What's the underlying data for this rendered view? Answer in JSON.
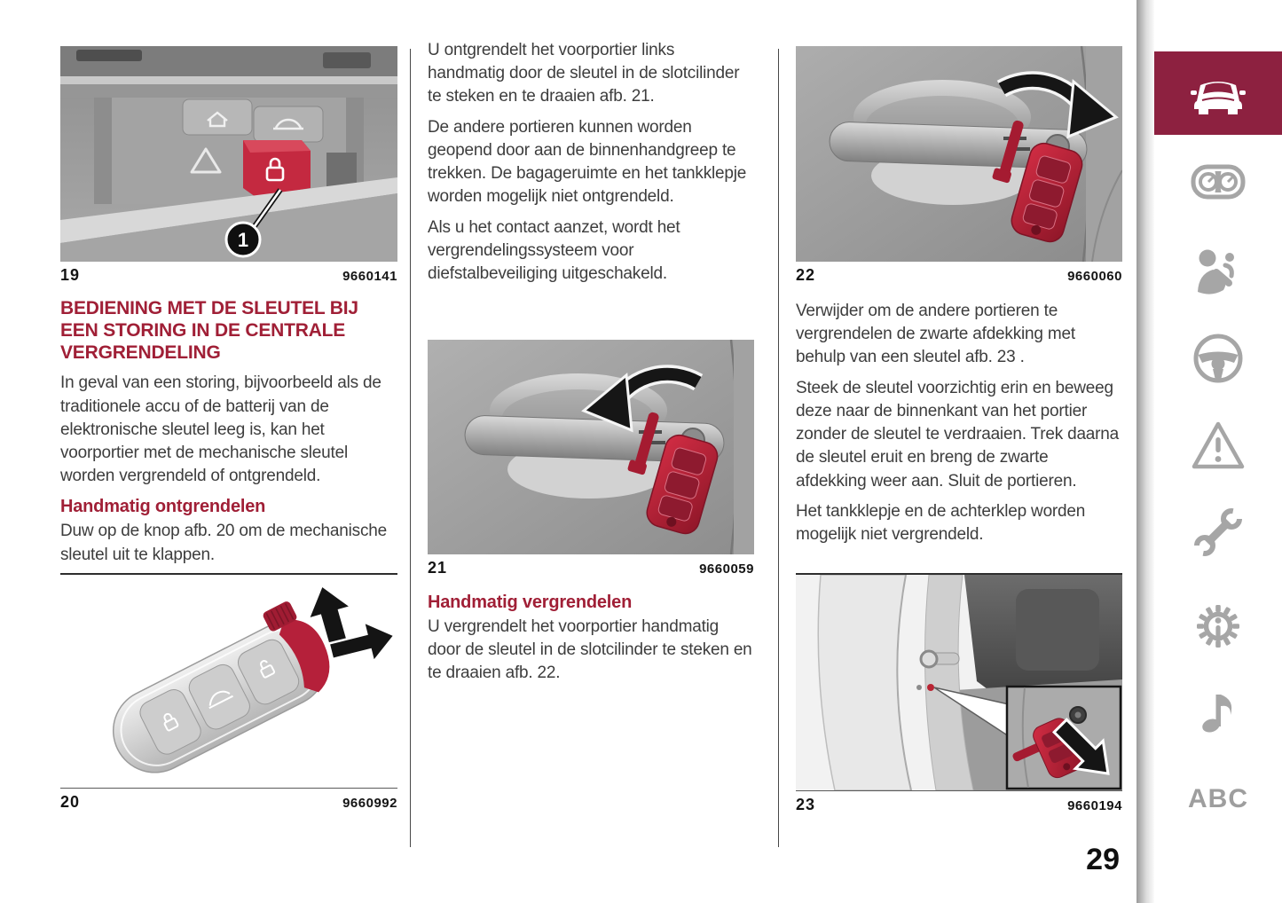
{
  "page": {
    "number": "29"
  },
  "colors": {
    "accent_red": "#a01f36",
    "sidebar_maroon": "#8d2140",
    "icon_gray": "#a6a6a6",
    "body_text": "#3d3d3d",
    "key_red": "#b5203a",
    "button_red": "#c42940"
  },
  "figures": {
    "fig19": {
      "num": "19",
      "code": "9660141",
      "callout": "1"
    },
    "fig20": {
      "num": "20",
      "code": "9660992"
    },
    "fig21": {
      "num": "21",
      "code": "9660059"
    },
    "fig22": {
      "num": "22",
      "code": "9660060"
    },
    "fig23": {
      "num": "23",
      "code": "9660194"
    }
  },
  "col1": {
    "heading_lines": {
      "l1": "BEDIENING MET DE SLEUTEL BIJ",
      "l2": "EEN STORING IN DE CENTRALE",
      "l3": "VERGRENDELING"
    },
    "para1": "In geval van een storing, bijvoorbeeld als de traditionele accu of de batterij van de elektronische sleutel leeg is, kan het voorportier met de mechanische sleutel worden vergrendeld of ontgrendeld.",
    "subheading": "Handmatig ontgrendelen",
    "para2": "Duw op de knop afb. 20 om de mechanische sleutel uit te klappen."
  },
  "col2": {
    "para1": "U ontgrendelt het voorportier links handmatig door de sleutel in de slotcilinder te steken en te draaien afb. 21.",
    "para2": "De andere portieren kunnen worden geopend door aan de binnenhandgreep te trekken. De bagageruimte en het tankklepje worden mogelijk niet ontgrendeld.",
    "para3": "Als u het contact aanzet, wordt het vergrendelingssysteem voor diefstalbeveiliging uitgeschakeld.",
    "subheading": "Handmatig vergrendelen",
    "para4": "U vergrendelt het voorportier handmatig door de sleutel in de slotcilinder te steken en te draaien afb. 22."
  },
  "col3": {
    "para1": "Verwijder om de andere portieren te vergrendelen de zwarte afdekking met behulp van een sleutel afb. 23 .",
    "para2": "Steek de sleutel voorzichtig erin en beweeg deze naar de binnenkant van het portier zonder de sleutel te verdraaien. Trek daarna de sleutel eruit en breng de zwarte afdekking weer aan. Sluit de portieren.",
    "para3": "Het tankklepje en de achterklep worden mogelijk niet vergrendeld."
  },
  "sidebar": {
    "abc_label": "ABC",
    "icons": [
      {
        "name": "car-icon",
        "active": true
      },
      {
        "name": "dashboard-gauges-icon",
        "active": false
      },
      {
        "name": "airbag-safety-icon",
        "active": false
      },
      {
        "name": "steering-wheel-icon",
        "active": false
      },
      {
        "name": "warning-triangle-icon",
        "active": false
      },
      {
        "name": "wrench-icon",
        "active": false
      },
      {
        "name": "info-gear-icon",
        "active": false
      },
      {
        "name": "music-note-icon",
        "active": false
      },
      {
        "name": "abc-glossary-tab",
        "active": false
      }
    ]
  }
}
